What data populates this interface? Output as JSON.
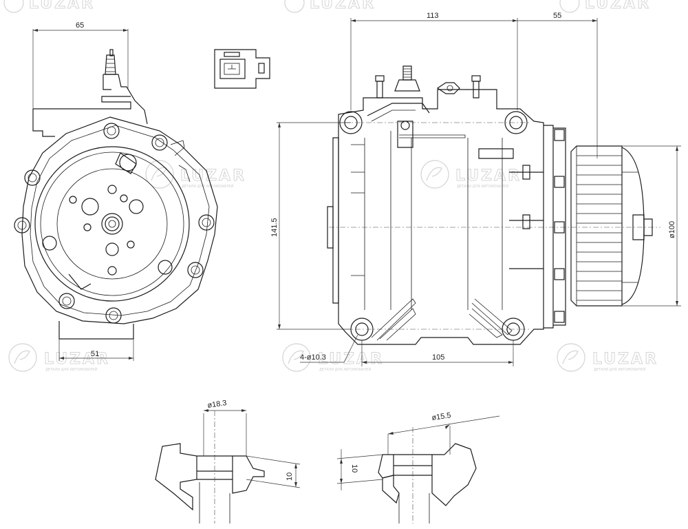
{
  "watermark": {
    "brand": "LUZAR",
    "tagline": "ДЕТАЛИ ДЛЯ АВТОМОБИЛЕЙ"
  },
  "dimensions": {
    "front_width_top": "65",
    "front_width_bottom": "51",
    "side_width_top": "113",
    "side_clutch_width": "55",
    "side_height": "141.5",
    "side_mount_span": "105",
    "mount_holes": "4-ø10.3",
    "pulley_diameter": "ø100",
    "port_left_diameter": "ø18.3",
    "port_left_depth": "10",
    "port_right_diameter": "ø15.5",
    "port_right_depth": "10"
  }
}
